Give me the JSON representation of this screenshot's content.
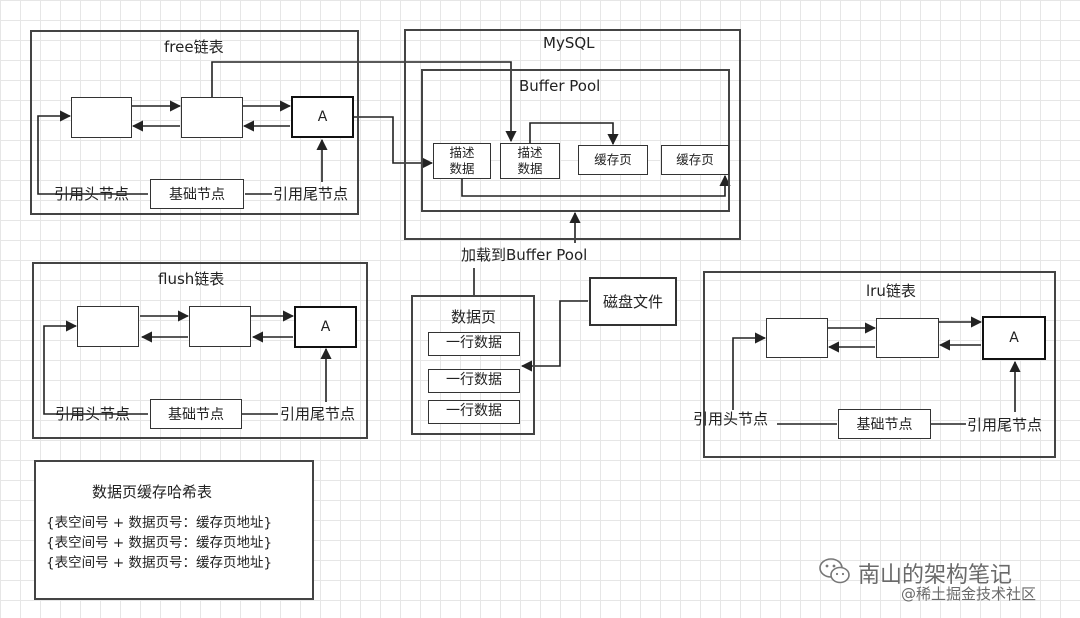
{
  "free": {
    "title": "free链表",
    "node_a": "A",
    "head_label": "引用头节点",
    "base_label": "基础节点",
    "tail_label": "引用尾节点"
  },
  "flush": {
    "title": "flush链表",
    "node_a": "A",
    "head_label": "引用头节点",
    "base_label": "基础节点",
    "tail_label": "引用尾节点"
  },
  "lru": {
    "title": "lru链表",
    "node_a": "A",
    "head_label": "引用头节点",
    "base_label": "基础节点",
    "tail_label": "引用尾节点"
  },
  "mysql": {
    "title": "MySQL",
    "buffer_pool": {
      "title": "Buffer Pool",
      "desc1": [
        "描述",
        "数据"
      ],
      "desc2": [
        "描述",
        "数据"
      ],
      "cache1": "缓存页",
      "cache2": "缓存页"
    }
  },
  "load_label": "加载到Buffer Pool",
  "data_page": {
    "title": "数据页",
    "rows": [
      "一行数据",
      "一行数据",
      "一行数据"
    ]
  },
  "disk_file": "磁盘文件",
  "hash_table": {
    "title": "数据页缓存哈希表",
    "entries": [
      "{表空间号 + 数据页号：缓存页地址}",
      "{表空间号 + 数据页号：缓存页地址}",
      "{表空间号 + 数据页号：缓存页地址}"
    ]
  },
  "watermark": {
    "line1": "南山的架构笔记",
    "line2": "@稀土掘金技术社区"
  }
}
